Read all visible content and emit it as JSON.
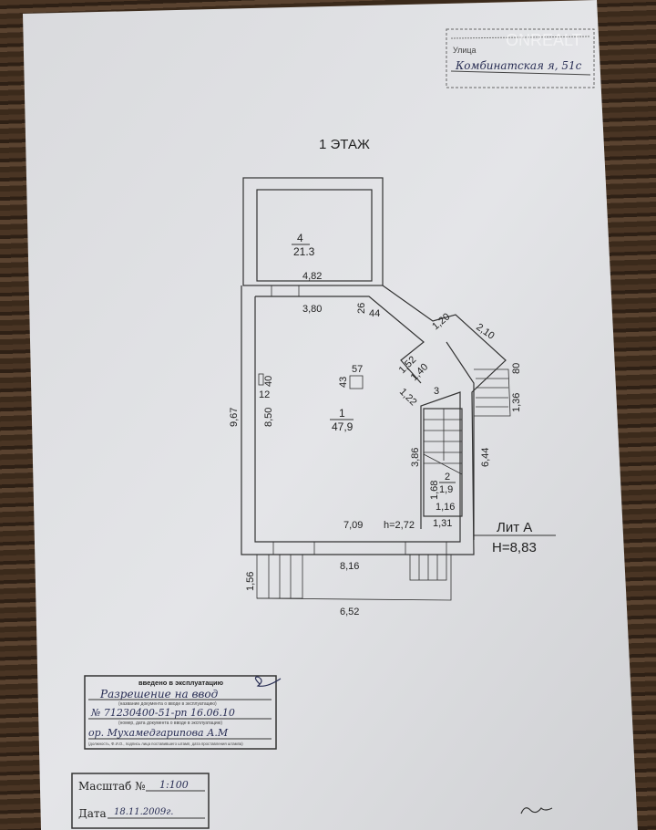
{
  "stamp_top": {
    "label": "Улица",
    "address": "Комбинатская я, 51с"
  },
  "watermark": "ONREALT",
  "plan": {
    "title": "1 ЭТАЖ",
    "rooms": [
      {
        "number": "4",
        "area": "21.3"
      },
      {
        "number": "1",
        "area": "47,9"
      },
      {
        "number": "2",
        "area": "1,9"
      },
      {
        "number": "3"
      }
    ],
    "dimensions": [
      "4,82",
      "3,80",
      "26",
      "44",
      "1,20",
      "2,10",
      "80",
      "1,36",
      "1,52",
      "1,40",
      "1,22",
      "57",
      "43",
      "40",
      "12",
      "9,67",
      "8,50",
      "3,86",
      "6,44",
      "1,68",
      "1,16",
      "1,31",
      "7,09",
      "8,16",
      "1,56",
      "6,52"
    ],
    "height": "h=2,72",
    "lit": "Лит А",
    "total_height": "H=8,83"
  },
  "stamp_commission": {
    "header": "введено в эксплуатацию",
    "doc_name": "Разрешение на ввод",
    "doc_name_caption": "(название документа о вводе в эксплуатацию)",
    "doc_number": "№ 71230400-51-рп 16.06.10",
    "doc_number_caption": "(номер, дата документа о вводе в эксплуатацию)",
    "signer": "ор. Мухамедгарипова А.М",
    "signer_caption": "(должность, Ф.И.О., подпись лица поставившего штамп, дата проставления штампа)"
  },
  "scale_box": {
    "scale_label": "Масштаб №",
    "scale_value": "1:100",
    "date_label": "Дата",
    "date_value": "18.11.2009г."
  }
}
